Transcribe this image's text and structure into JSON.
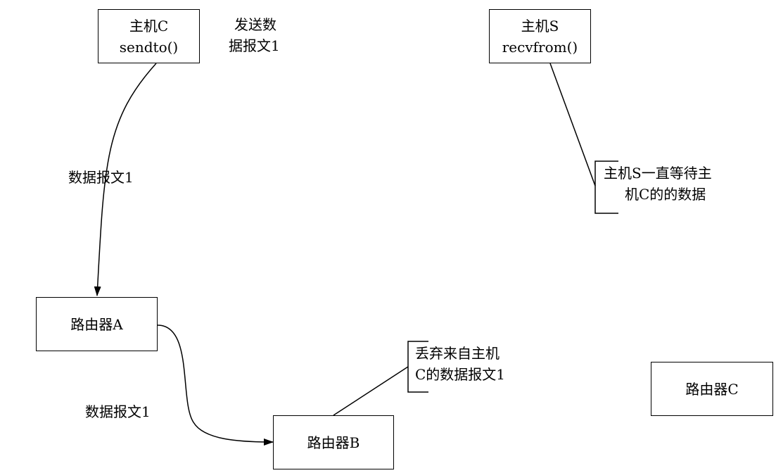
{
  "nodes": {
    "host_c": {
      "line1": "主机C",
      "line2": "sendto()"
    },
    "host_s": {
      "line1": "主机S",
      "line2": "recvfrom()"
    },
    "router_a": {
      "label": "路由器A"
    },
    "router_b": {
      "label": "路由器B"
    },
    "router_c": {
      "label": "路由器C"
    }
  },
  "annotations": {
    "send_datagram": {
      "line1": "发送数",
      "line2": "据报文1"
    },
    "datagram_1_upper": "数据报文1",
    "datagram_1_lower": "数据报文1",
    "host_s_waiting": {
      "line1": "主机S一直等待主",
      "line2": "机C的的数据"
    },
    "discard_datagram": {
      "line1": "丢弃来自主机",
      "line2": "C的数据报文1"
    }
  }
}
